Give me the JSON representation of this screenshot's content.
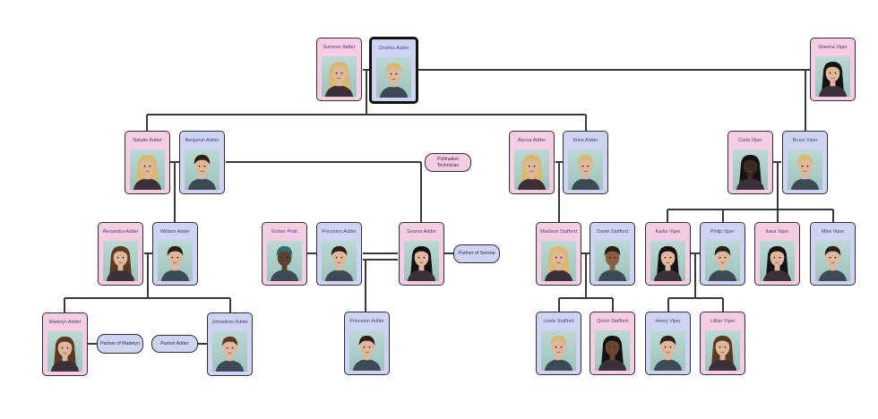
{
  "people": {
    "summer": {
      "name": "Summer Adder",
      "gender": "female",
      "hair": "blonde"
    },
    "charles": {
      "name": "Charles Adder",
      "gender": "male",
      "hair": "blonde"
    },
    "sheena": {
      "name": "Sheena Viper",
      "gender": "female",
      "hair": "black"
    },
    "natalie": {
      "name": "Natalie Adder",
      "gender": "female",
      "hair": "blonde"
    },
    "benjamin": {
      "name": "Benjamin Adder",
      "gender": "male",
      "hair": "dark"
    },
    "alyssa": {
      "name": "Alyssa Adder",
      "gender": "female",
      "hair": "blonde"
    },
    "knox": {
      "name": "Knox Adder",
      "gender": "male",
      "hair": "blonde"
    },
    "carla": {
      "name": "Carla Viper",
      "gender": "female",
      "hair": "black"
    },
    "bruce": {
      "name": "Bruce Viper",
      "gender": "male",
      "hair": "blonde"
    },
    "alexandra": {
      "name": "Alexandra Adder",
      "gender": "female",
      "hair": "brown"
    },
    "william": {
      "name": "William Adder",
      "gender": "male",
      "hair": "dark"
    },
    "ember": {
      "name": "Ember Pratt",
      "gender": "male",
      "hair": "teal"
    },
    "princeton_sr": {
      "name": "Princeton Adder",
      "gender": "male",
      "hair": "dark"
    },
    "serena": {
      "name": "Serena Adder",
      "gender": "female",
      "hair": "black"
    },
    "madison": {
      "name": "Madison Stafford",
      "gender": "female",
      "hair": "blonde"
    },
    "dante": {
      "name": "Dante Stafford",
      "gender": "male",
      "hair": "dark"
    },
    "karlie": {
      "name": "Karlie Viper",
      "gender": "female",
      "hair": "black"
    },
    "philip": {
      "name": "Philip Viper",
      "gender": "male",
      "hair": "dark"
    },
    "ilana": {
      "name": "Ilana Viper",
      "gender": "female",
      "hair": "black"
    },
    "mike": {
      "name": "Mike Viper",
      "gender": "male",
      "hair": "dark"
    },
    "madelyn": {
      "name": "Madelyn Adder",
      "gender": "female",
      "hair": "brown"
    },
    "johnathon": {
      "name": "Johnathon Adder",
      "gender": "male",
      "hair": "brown"
    },
    "princeton_jr": {
      "name": "Princeton Adder",
      "gender": "male",
      "hair": "dark"
    },
    "lewis": {
      "name": "Lewis Stafford",
      "gender": "male",
      "hair": "blonde"
    },
    "quinn": {
      "name": "Quinn Stafford",
      "gender": "female",
      "hair": "black"
    },
    "henry": {
      "name": "Henry Viper",
      "gender": "male",
      "hair": "dark"
    },
    "lillian": {
      "name": "Lillian Viper",
      "gender": "female",
      "hair": "brown"
    }
  },
  "notes": {
    "pollination": "Pollination Technician",
    "partner_serena": "Partner of Serena",
    "partner_madelyn": "Partner of Madelyn",
    "paxton": "Paxton Adder"
  },
  "colors": {
    "female_card": "#f4cde3",
    "male_card": "#cdd3f0",
    "portrait_bg": "#a9cbc6",
    "border": "#2e2e3a",
    "name_text": "#4a3f7a",
    "line": "#3a3a3a"
  },
  "selected_person": "charles"
}
